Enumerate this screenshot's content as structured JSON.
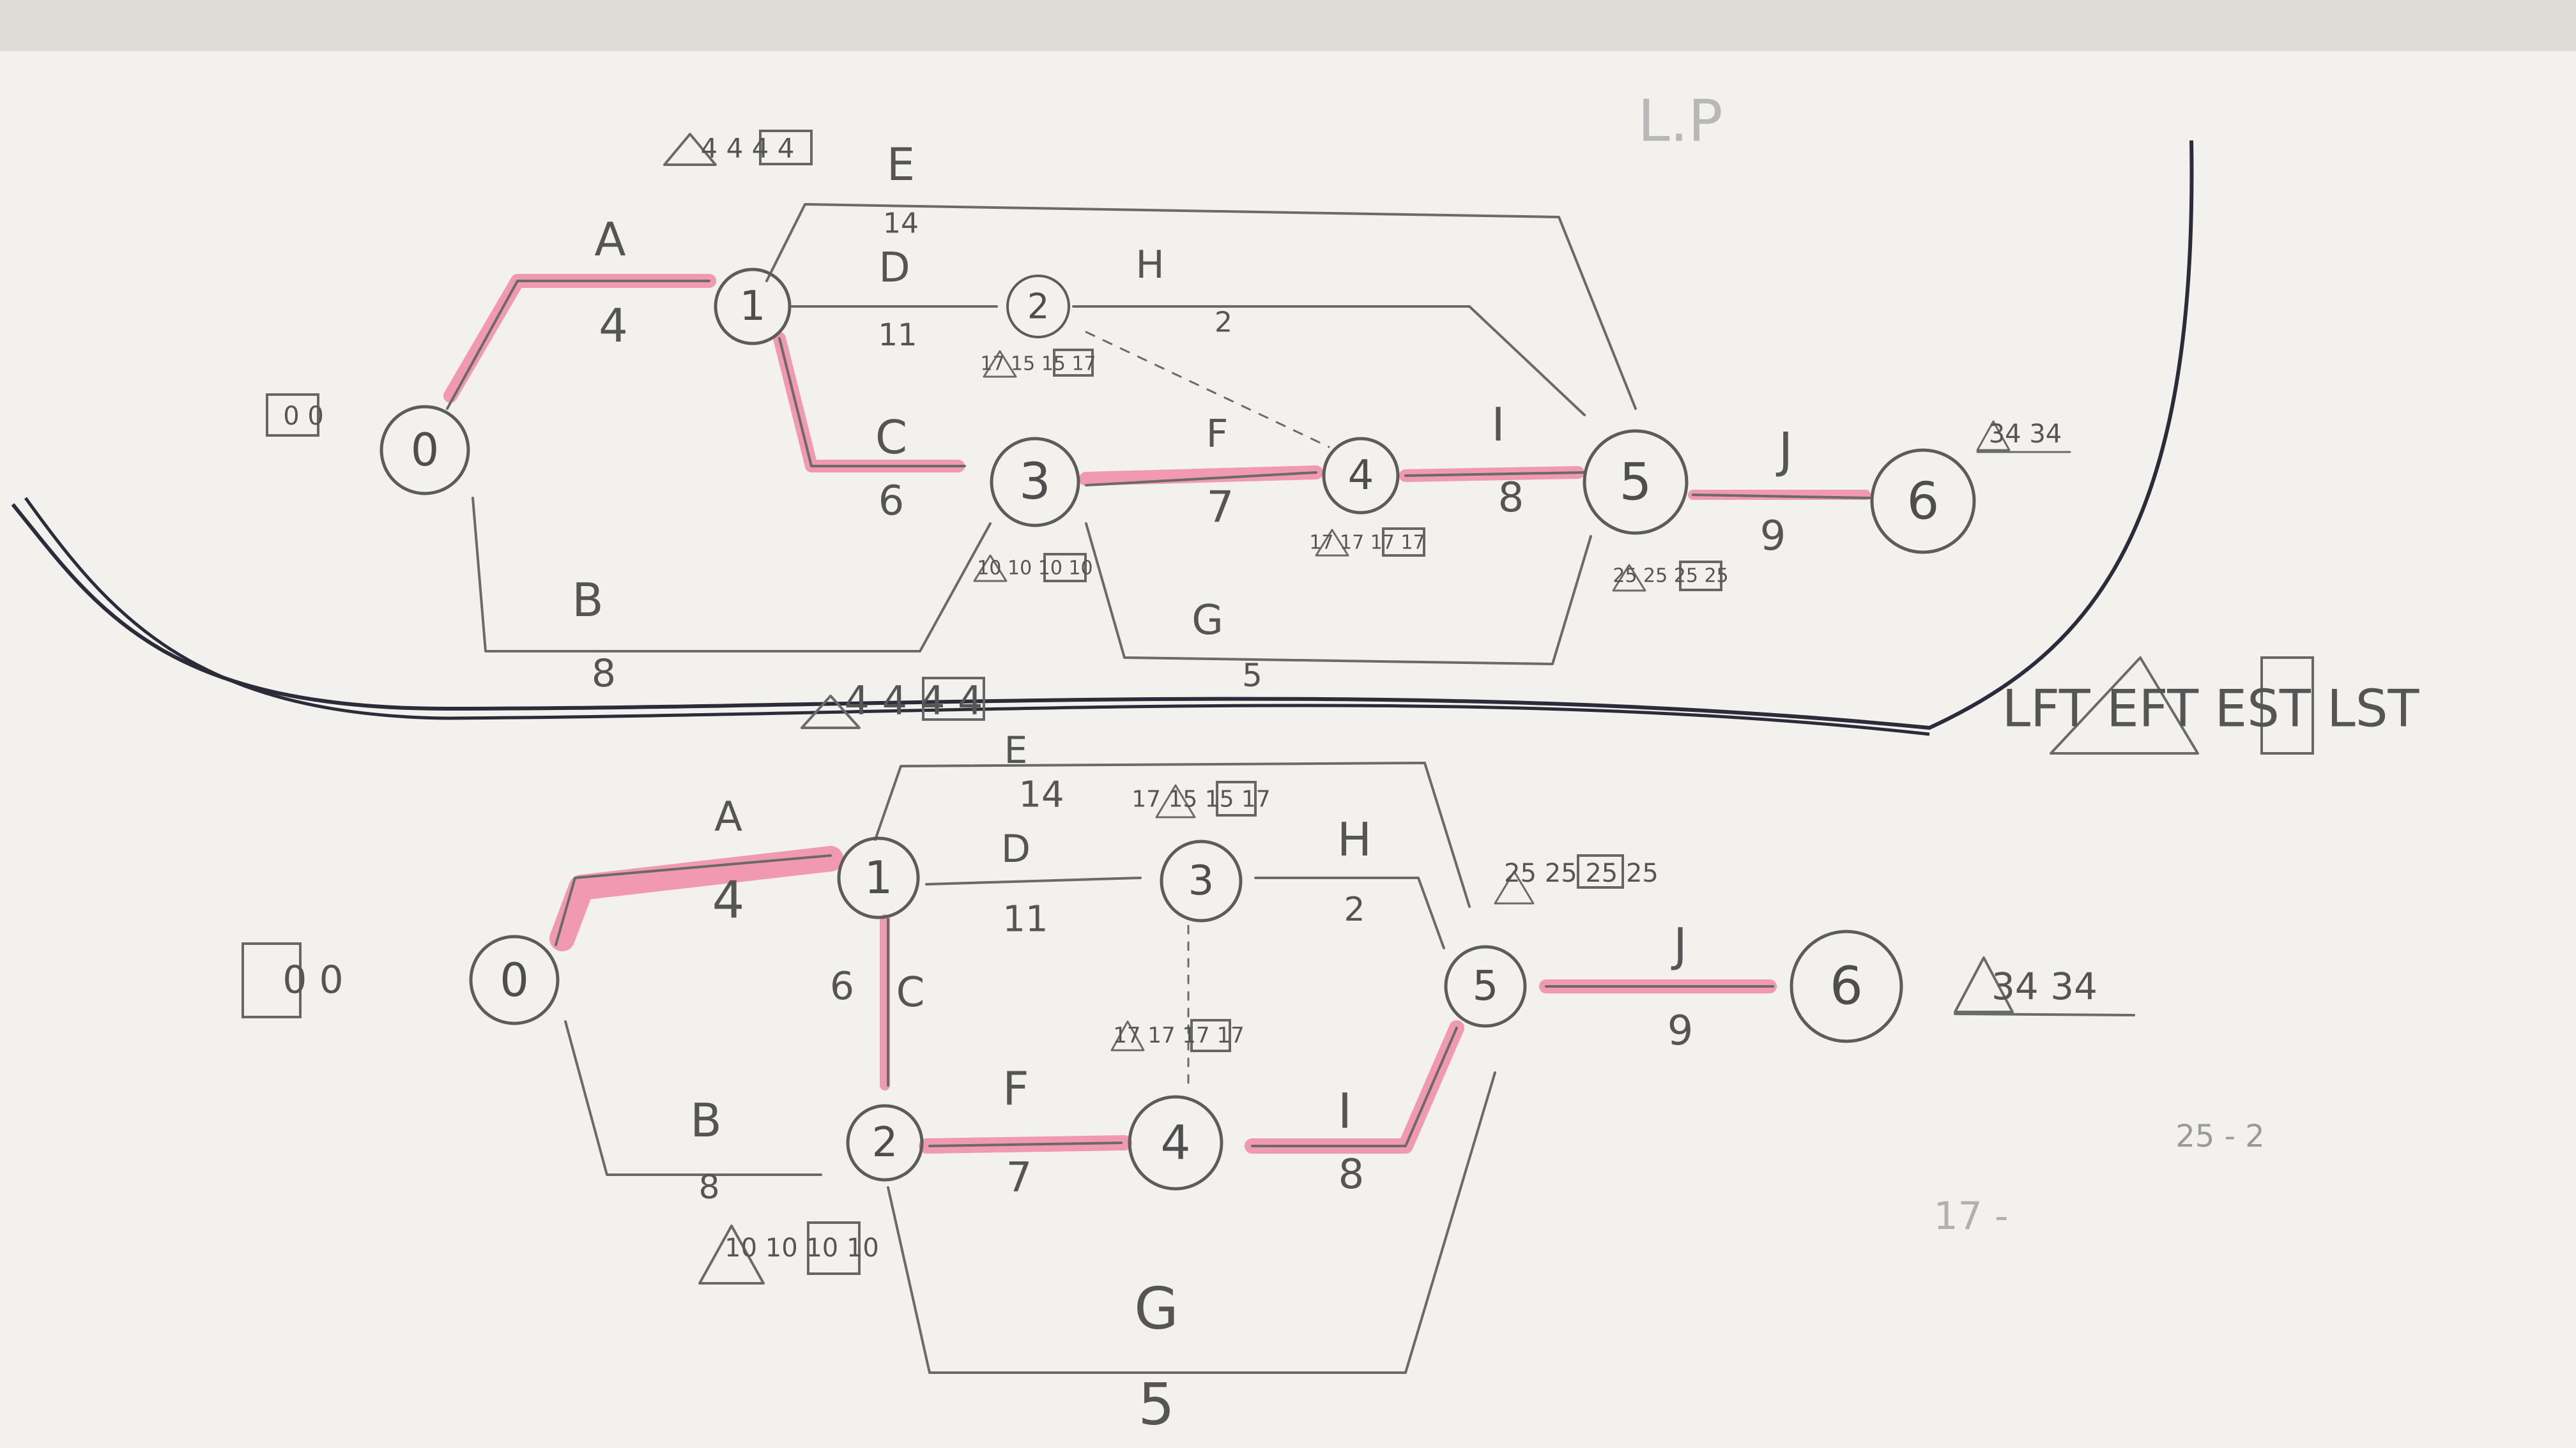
{
  "annotations": {
    "lp": "L.P",
    "legend": "LFT EFT EST LST",
    "note_a": "25 - 2",
    "note_b": "17 -"
  },
  "diagram_top": {
    "start_box": "0 0",
    "nodes": [
      "0",
      "1",
      "2",
      "3",
      "4",
      "5",
      "6"
    ],
    "activities": [
      {
        "name": "A",
        "duration": "4"
      },
      {
        "name": "B",
        "duration": "8"
      },
      {
        "name": "C",
        "duration": "6"
      },
      {
        "name": "D",
        "duration": "11"
      },
      {
        "name": "E",
        "duration": "14"
      },
      {
        "name": "F",
        "duration": "7"
      },
      {
        "name": "G",
        "duration": "5"
      },
      {
        "name": "H",
        "duration": "2"
      },
      {
        "name": "I",
        "duration": "8"
      },
      {
        "name": "J",
        "duration": "9"
      }
    ],
    "times": {
      "node1": "4 4 4 4",
      "node2": "17 15 15 17",
      "node3": "10 10 10 10",
      "node4": "17 17 17 17",
      "node5": "25 25 25 25",
      "node6": "34 34",
      "bottom_b": "4 4 4 4"
    }
  },
  "diagram_bottom": {
    "start_box": "0 0",
    "nodes": [
      "0",
      "1",
      "2",
      "3",
      "4",
      "5",
      "6"
    ],
    "activities": [
      {
        "name": "A",
        "duration": "4"
      },
      {
        "name": "B",
        "duration": "8"
      },
      {
        "name": "C",
        "duration": "6"
      },
      {
        "name": "D",
        "duration": "11"
      },
      {
        "name": "E",
        "duration": "14"
      },
      {
        "name": "F",
        "duration": "7"
      },
      {
        "name": "G",
        "duration": "5"
      },
      {
        "name": "H",
        "duration": "2"
      },
      {
        "name": "I",
        "duration": "8"
      },
      {
        "name": "J",
        "duration": "9"
      }
    ],
    "times": {
      "node2": "10 10 10 10",
      "node3": "17 15 15 17",
      "node4": "17 17 17 17",
      "node5": "25 25 25 25",
      "node6": "34 34"
    }
  },
  "colors": {
    "paper": "#f4f2ef",
    "pencil": "#6a6a6a",
    "highlighter": "#f08aa6",
    "ink": "#2b2b3a"
  }
}
